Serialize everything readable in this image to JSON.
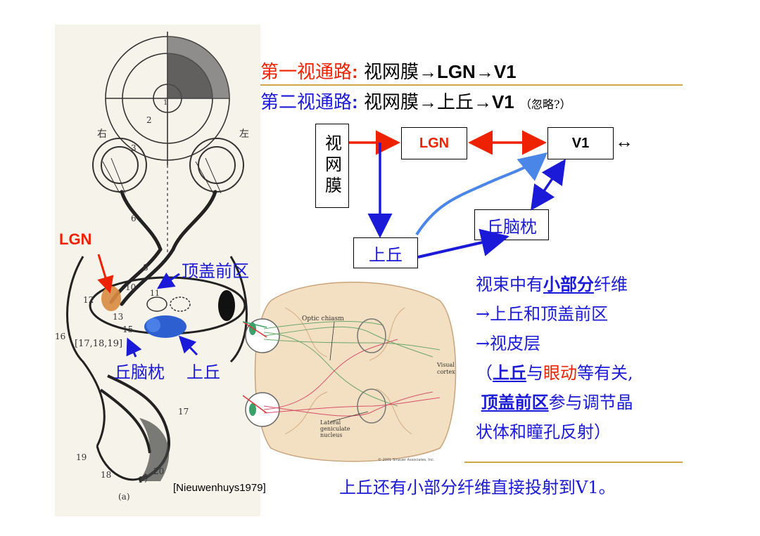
{
  "titles": {
    "first": {
      "label": "第一视通路",
      "colon": ":",
      "path_cn": " 视网膜",
      "arrow1": "→",
      "lgn": "LGN",
      "arrow2": "→",
      "v1": "V1"
    },
    "second": {
      "label": "第二视通路",
      "colon": ":",
      "path_cn": " 视网膜",
      "arrow1": "→",
      "sc": "上丘",
      "arrow2": "→",
      "v1": "V1",
      "note": "（忽略?）"
    }
  },
  "flow": {
    "retina": "视网膜",
    "lgn": "LGN",
    "v1": "V1",
    "v1_side": "↔",
    "pulvinar": "丘脑枕",
    "superior_colliculus": "上丘"
  },
  "left_labels": {
    "lgn": "LGN",
    "pretectum": "顶盖前区",
    "pulvinar": "丘脑枕",
    "superior_colliculus": "上丘",
    "right_side": "右",
    "left_side": "左",
    "bracket_numbers": "[17,18,19]",
    "fig_label": "(a)",
    "citation": "[Nieuwenhuys1979]"
  },
  "brain_labels": {
    "optic_chiasm": "Optic chiasm",
    "visual_cortex": "Visual\ncortex",
    "lgn": "Lateral\ngeniculate\nnucleus",
    "copyright": "© 2001 Sinauer Associates, Inc."
  },
  "notes": {
    "line1_pre": "视束中有",
    "line1_u": "小部分",
    "line1_post": "纤维",
    "line2": "→上丘和顶盖前区",
    "line3": "→视皮层",
    "line4_open": "（",
    "line4_u": "上丘",
    "line4_mid": "与",
    "line4_red": "眼动",
    "line4_post": "等有关,",
    "line5_u": "顶盖前区",
    "line5_post": "参与调节晶",
    "line6": "状体和瞳孔反射）",
    "bottom": "上丘还有小部分纤维直接投射到V1。"
  },
  "colors": {
    "red": "#ee2200",
    "blue": "#1a1ad8",
    "light_blue": "#4a86e8",
    "orange": "#d98b40",
    "gold_rule": "#d4a64a"
  }
}
